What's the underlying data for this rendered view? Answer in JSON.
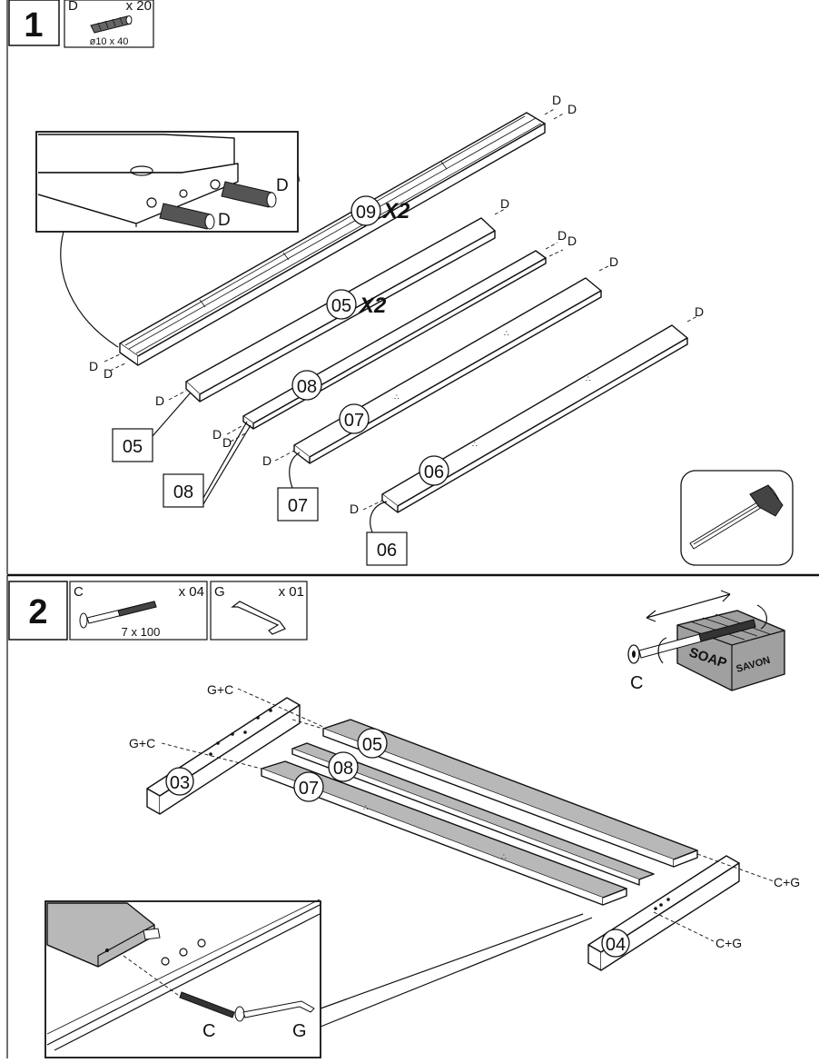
{
  "steps": [
    {
      "number": "1",
      "hardware": [
        {
          "letter": "D",
          "qty": "x 20",
          "size": "ø10 x 40"
        }
      ],
      "parts": [
        {
          "code": "09",
          "multiplier": "X2"
        },
        {
          "code": "05",
          "multiplier": "X2"
        },
        {
          "code": "08"
        },
        {
          "code": "07"
        },
        {
          "code": "06"
        }
      ],
      "boxed_labels": [
        "05",
        "08",
        "07",
        "06"
      ],
      "dowel_letter": "D"
    },
    {
      "number": "2",
      "hardware": [
        {
          "letter": "C",
          "qty": "x 04",
          "size": "7 x 100"
        },
        {
          "letter": "G",
          "qty": "x 01"
        }
      ],
      "parts": [
        {
          "code": "03"
        },
        {
          "code": "05"
        },
        {
          "code": "08"
        },
        {
          "code": "07"
        },
        {
          "code": "04"
        }
      ],
      "joint_labels": [
        "G+C",
        "G+C",
        "C+G",
        "C+G"
      ],
      "soap_words": [
        "SOAP",
        "SAVON"
      ],
      "callout_letters": [
        "C",
        "C",
        "G"
      ]
    }
  ],
  "colors": {
    "line": "#111111",
    "panel_fill": "#b8b8b8",
    "background": "#ffffff"
  },
  "icons": [
    "hammer-icon",
    "soap-bar-icon",
    "allen-key-icon",
    "bolt-icon",
    "dowel-icon"
  ]
}
